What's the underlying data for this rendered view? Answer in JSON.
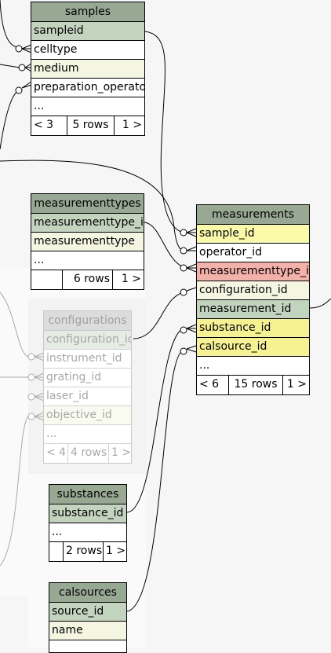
{
  "tables": {
    "samples": {
      "title": "samples",
      "columns": [
        "sampleid",
        "celltype",
        "medium",
        "preparation_operator",
        "..."
      ],
      "footer": [
        "< 3",
        "5 rows",
        "1 >"
      ]
    },
    "measurementtypes": {
      "title": "measurementtypes",
      "columns": [
        "measurementtype_id",
        "measurementtype",
        "..."
      ],
      "footer": [
        "",
        "6 rows",
        "1 >"
      ]
    },
    "measurements": {
      "title": "measurements",
      "columns": [
        "sample_id",
        "operator_id",
        "measurementtype_id",
        "configuration_id",
        "measurement_id",
        "substance_id",
        "calsource_id",
        "..."
      ],
      "footer": [
        "< 6",
        "15 rows",
        "1 >"
      ]
    },
    "configurations": {
      "title": "configurations",
      "columns": [
        "configuration_id",
        "instrument_id",
        "grating_id",
        "laser_id",
        "objective_id",
        "..."
      ],
      "footer": [
        "< 4",
        "4 rows",
        "1 >"
      ]
    },
    "substances": {
      "title": "substances",
      "columns": [
        "substance_id",
        "..."
      ],
      "footer": [
        "",
        "2 rows",
        "1 >"
      ]
    },
    "calsources": {
      "title": "calsources",
      "columns": [
        "source_id",
        "name"
      ]
    }
  },
  "colors": {
    "header": "#97a893",
    "primary_key": "#c2d3be",
    "foreign_key": "#f4f6e1",
    "highlight_yellow": "#fbfaa9",
    "highlight_red": "#f3b1aa"
  }
}
